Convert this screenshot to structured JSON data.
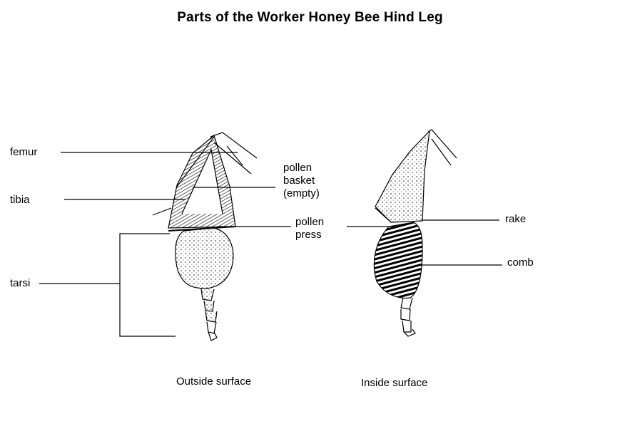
{
  "title": "Parts of the Worker Honey Bee Hind Leg",
  "labels": {
    "femur": "femur",
    "tibia": "tibia",
    "tarsi": "tarsi",
    "pollen_basket_line1": "pollen",
    "pollen_basket_line2": "basket",
    "pollen_basket_line3": "(empty)",
    "pollen_press_line1": "pollen",
    "pollen_press_line2": "press",
    "rake": "rake",
    "comb": "comb"
  },
  "captions": {
    "outside": "Outside surface",
    "inside": "Inside surface"
  }
}
